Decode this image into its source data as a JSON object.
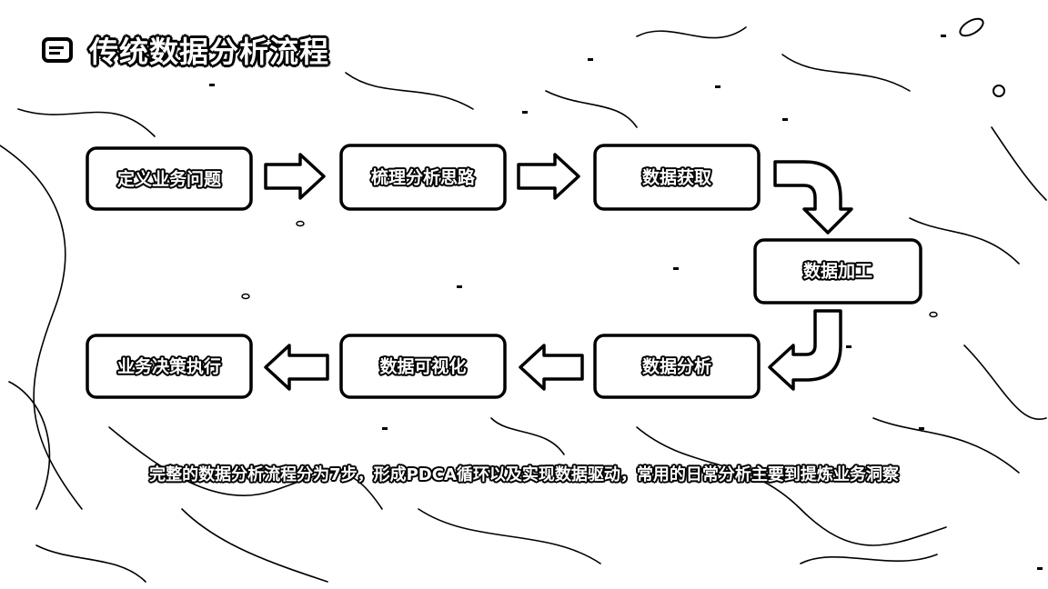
{
  "header": {
    "icon": "document-icon",
    "title": "传统数据分析流程"
  },
  "flow": {
    "steps": [
      {
        "label": "定义业务问题"
      },
      {
        "label": "梳理分析思路"
      },
      {
        "label": "数据获取"
      },
      {
        "label": "数据加工"
      },
      {
        "label": "数据分析"
      },
      {
        "label": "数据可视化"
      },
      {
        "label": "业务决策执行"
      }
    ]
  },
  "caption": {
    "text": "完整的数据分析流程分为7步，形成PDCA循环以及实现数据驱动，常用的日常分析主要到提炼业务洞察"
  },
  "colors": {
    "background": "#ffffff",
    "ink": "#000000",
    "fill": "#ffffff"
  }
}
